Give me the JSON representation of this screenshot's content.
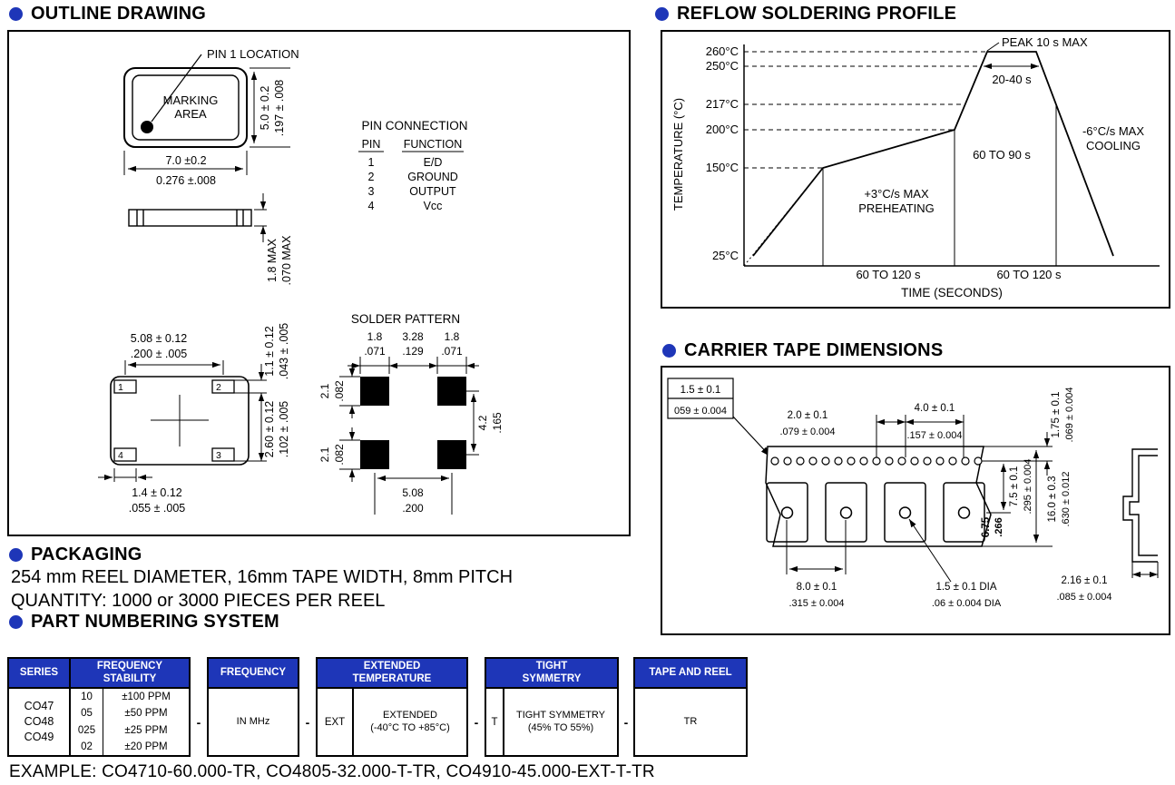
{
  "colors": {
    "accent": "#1e36b8",
    "ink": "#000000"
  },
  "sections": {
    "outline_title": "OUTLINE DRAWING",
    "reflow_title": "REFLOW SOLDERING PROFILE",
    "tape_title": "CARRIER TAPE DIMENSIONS",
    "packaging_title": "PACKAGING",
    "partnum_title": "PART NUMBERING SYSTEM"
  },
  "packaging": {
    "line1": "254 mm REEL DIAMETER, 16mm TAPE WIDTH, 8mm PITCH",
    "line2": "QUANTITY: 1000 or 3000 PIECES PER REEL"
  },
  "example_line": "EXAMPLE:  CO4710-60.000-TR, CO4805-32.000-T-TR, CO4910-45.000-EXT-T-TR",
  "outline": {
    "pin1_label": "PIN 1 LOCATION",
    "marking_line1": "MARKING",
    "marking_line2": "AREA",
    "dim_width_mm": "7.0 ±0.2",
    "dim_width_in": "0.276 ±.008",
    "dim_height_mm": "5.0 ± 0.2",
    "dim_height_in": ".197 ± .008",
    "pin_connection": {
      "title": "PIN CONNECTION",
      "col_pin": "PIN",
      "col_function": "FUNCTION",
      "rows": [
        [
          "1",
          "E/D"
        ],
        [
          "2",
          "GROUND"
        ],
        [
          "3",
          "OUTPUT"
        ],
        [
          "4",
          "Vcc"
        ]
      ]
    },
    "side_dim_mm": "1.8 MAX",
    "side_dim_in": ".070 MAX",
    "bottom": {
      "dim_top_mm": "5.08 ± 0.12",
      "dim_top_in": ".200 ± .005",
      "dim_pad_h_mm": "1.1 ± 0.12",
      "dim_pad_h_in": ".043 ± .005",
      "dim_span_mm": "2.60 ± 0.12",
      "dim_span_in": ".102 ± .005",
      "dim_pad_w_mm": "1.4 ± 0.12",
      "dim_pad_w_in": ".055 ± .005",
      "pad1": "1",
      "pad2": "2",
      "pad3": "3",
      "pad4": "4"
    },
    "solder": {
      "title": "SOLDER PATTERN",
      "dim_left_mm": "1.8",
      "dim_left_in": ".071",
      "dim_mid_mm": "3.28",
      "dim_mid_in": ".129",
      "dim_right_mm": "1.8",
      "dim_right_in": ".071",
      "dim_padh_top_mm": "2.1",
      "dim_padh_top_in": ".082",
      "dim_padh_bot_mm": "2.1",
      "dim_padh_bot_in": ".082",
      "dim_vpitch_mm": "4.2",
      "dim_vpitch_in": ".165",
      "dim_hpitch_mm": "5.08",
      "dim_hpitch_in": ".200"
    }
  },
  "reflow": {
    "ylabel": "TEMPERATURE (°C)",
    "xlabel": "TIME (SECONDS)",
    "ticks": {
      "t260": "260°C",
      "t250": "250°C",
      "t217": "217°C",
      "t200": "200°C",
      "t150": "150°C",
      "t25": "25°C"
    },
    "peak": "PEAK 10 s MAX",
    "window": "20-40 s",
    "soak": "60 TO 90 s",
    "cooling1": "-6°C/s MAX",
    "cooling2": "COOLING",
    "preheat1": "+3°C/s MAX",
    "preheat2": "PREHEATING",
    "zone1": "60 TO 120 s",
    "zone2": "60 TO 120 s"
  },
  "chart_data": {
    "type": "line",
    "title": "REFLOW SOLDERING PROFILE",
    "xlabel": "TIME (SECONDS)",
    "ylabel": "TEMPERATURE (°C)",
    "y_ticks_c": [
      25,
      150,
      200,
      217,
      250,
      260
    ],
    "series": [
      {
        "name": "reflow-profile",
        "points": [
          {
            "stage": "start",
            "temp_c": 25
          },
          {
            "stage": "preheat end (+3°C/s max, 60 TO 120 s)",
            "temp_c": 150
          },
          {
            "stage": "soak end (60 TO 120 s)",
            "temp_c": 200
          },
          {
            "stage": "liquidus crossing (above 217°C for 60 TO 90 s)",
            "temp_c": 217
          },
          {
            "stage": "peak start (above 250°C for 20-40 s)",
            "temp_c": 260
          },
          {
            "stage": "peak end (PEAK 10 s MAX)",
            "temp_c": 260
          },
          {
            "stage": "cooled (-6°C/s max)",
            "temp_c": 25
          }
        ]
      }
    ],
    "annotations": [
      "PEAK 10 s MAX",
      "20-40 s",
      "60 TO 90 s",
      "+3°C/s MAX PREHEATING",
      "-6°C/s MAX COOLING",
      "60 TO 120 s",
      "60 TO 120 s"
    ],
    "legend": "none",
    "grid": "dashed horizontal reference lines at tick temperatures"
  },
  "tape": {
    "d_hole_mm": "1.5 ± 0.1",
    "d_hole_in": "059 ± 0.004",
    "d_offset_mm": "2.0 ± 0.1",
    "d_offset_in": ".079 ± 0.004",
    "d_pitch_mm": "4.0 ± 0.1",
    "d_pitch_in": ".157 ± 0.004",
    "d_edge_mm": "1.75 ± 0.1",
    "d_edge_in": ".069 ± 0.004",
    "d_center_mm": "7.5 ± 0.1",
    "d_center_in": ".295 ± 0.004",
    "d_width_mm": "16.0 ± 0.3",
    "d_width_in": ".630 ± 0.012",
    "d_pocket_mm": "6.75",
    "d_pocket_in": ".266",
    "d_ppitch_mm": "8.0 ± 0.1",
    "d_ppitch_in": ".315 ± 0.004",
    "d_dia_mm": "1.5 ± 0.1 DIA",
    "d_dia_in": ".06 ± 0.004 DIA",
    "d_thick_mm": "2.16 ± 0.1",
    "d_thick_in": ".085 ± 0.004"
  },
  "part_table": {
    "separator": "-",
    "series": {
      "header": "SERIES",
      "values": [
        "CO47",
        "CO48",
        "CO49"
      ]
    },
    "stability": {
      "header": "FREQUENCY\nSTABILITY",
      "rows": [
        [
          "10",
          "±100 PPM"
        ],
        [
          "05",
          "±50 PPM"
        ],
        [
          "025",
          "±25 PPM"
        ],
        [
          "02",
          "±20 PPM"
        ]
      ]
    },
    "frequency": {
      "header": "FREQUENCY",
      "value": "IN MHz"
    },
    "ext_temp": {
      "header": "EXTENDED\nTEMPERATURE",
      "code": "EXT",
      "desc": "EXTENDED\n(-40°C TO +85°C)"
    },
    "symmetry": {
      "header": "TIGHT\nSYMMETRY",
      "code": "T",
      "desc": "TIGHT SYMMETRY\n(45% TO 55%)"
    },
    "tape_reel": {
      "header": "TAPE AND REEL",
      "value": "TR"
    }
  }
}
